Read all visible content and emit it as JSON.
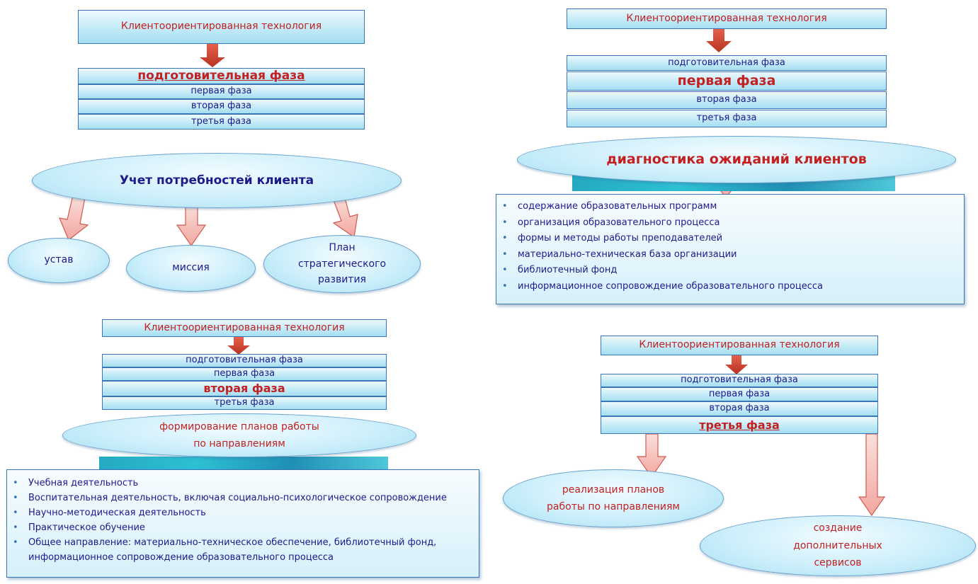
{
  "colors": {
    "title_red": "#c32121",
    "text_dark": "#1d1a8c",
    "arrow": "#c9412e",
    "box_fill": "#bfe9f6"
  },
  "q1": {
    "title": "Клиентоориентированная  технология",
    "phases": [
      "подготовительная фаза",
      "первая фаза",
      "вторая фаза",
      "третья фаза"
    ],
    "ellipse": "Учет потребностей клиента",
    "ellipse_left": "устав",
    "ellipse_mid": "миссия",
    "ellipse_right": "План стратегического развития"
  },
  "q2": {
    "title": "Клиентоориентированная  технология",
    "phases": [
      "подготовительная фаза",
      "первая фаза",
      "вторая фаза",
      "третья фаза"
    ],
    "ellipse": "диагностика ожиданий клиентов",
    "items": [
      "содержание образовательных программ",
      "организация образовательного  процесса",
      "формы и методы работы преподавателей",
      "материально-техническая база организации",
      "библиотечный фонд",
      "информационное сопровождение образовательного  процесса"
    ]
  },
  "q3": {
    "title": "Клиентоориентированная  технология",
    "phases": [
      "подготовительная фаза",
      "первая фаза",
      "вторая фаза",
      "третья фаза"
    ],
    "ellipse": "формирование  планов работы по направлениям",
    "items": [
      "Учебная деятельность",
      "Воспитательная деятельность, включая социально-психологическое сопровождение",
      "Научно-методическая деятельность",
      "Практическое обучение",
      "Общее  направление: материально-техническое обеспечение, библиотечный фонд, информационное сопровождение образовательного  процесса"
    ]
  },
  "q4": {
    "title": "Клиентоориентированная  технология",
    "phases": [
      "подготовительная фаза",
      "первая фаза",
      "вторая фаза",
      "третья фаза"
    ],
    "ellipse_left": "реализация  планов работы по направлениям",
    "ellipse_right": "создание дополнительных сервисов"
  }
}
